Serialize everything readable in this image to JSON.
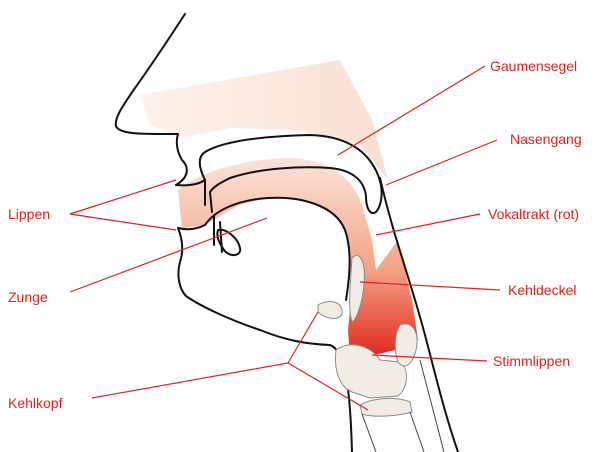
{
  "labels": {
    "gaumensegel": "Gaumensegel",
    "nasengang": "Nasengang",
    "lippen": "Lippen",
    "vokaltrakt": "Vokaltrakt (rot)",
    "zunge": "Zunge",
    "kehldeckel": "Kehldeckel",
    "stimmlippen": "Stimmlippen",
    "kehlkopf": "Kehlkopf"
  },
  "colors": {
    "label_red": "#e0211d",
    "tract_light": "#f7d2bd",
    "tract_dark": "#e3261b",
    "outline": "#111111"
  }
}
